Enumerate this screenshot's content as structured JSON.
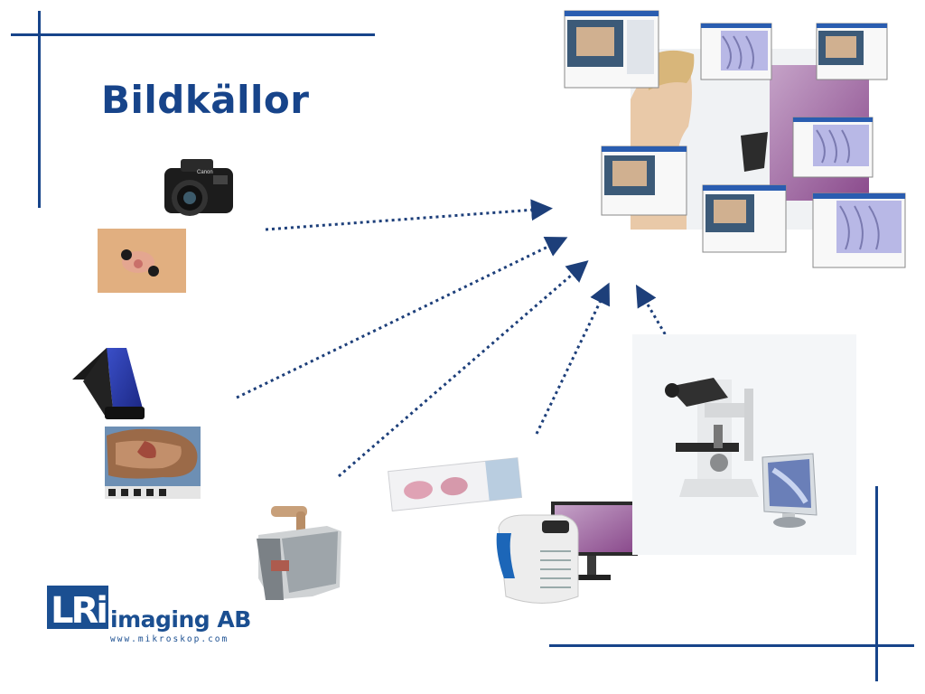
{
  "slide": {
    "title": "Bildkällor",
    "brand": {
      "logo_letters": "LRi",
      "name": "imaging AB",
      "url": "www.mikroskop.com"
    },
    "colors": {
      "primary": "#17448a",
      "arrow": "#1d3f7a"
    },
    "sources": [
      {
        "name": "digital-camera",
        "icon": "camera-icon"
      },
      {
        "name": "skin-lesion-photo",
        "icon": "photo-thumbnail"
      },
      {
        "name": "flatbed-scanner",
        "icon": "scanner-icon"
      },
      {
        "name": "gross-specimen-photo",
        "icon": "photo-thumbnail"
      },
      {
        "name": "macro-stand",
        "icon": "macro-stand-icon"
      },
      {
        "name": "glass-slides",
        "icon": "slide-icon"
      },
      {
        "name": "slide-scanner-workstation",
        "icon": "slide-scanner-icon"
      },
      {
        "name": "microscope-workstation",
        "icon": "microscope-icon"
      }
    ],
    "target": {
      "name": "image-database-collage",
      "icon": "software-screens-icon"
    }
  }
}
